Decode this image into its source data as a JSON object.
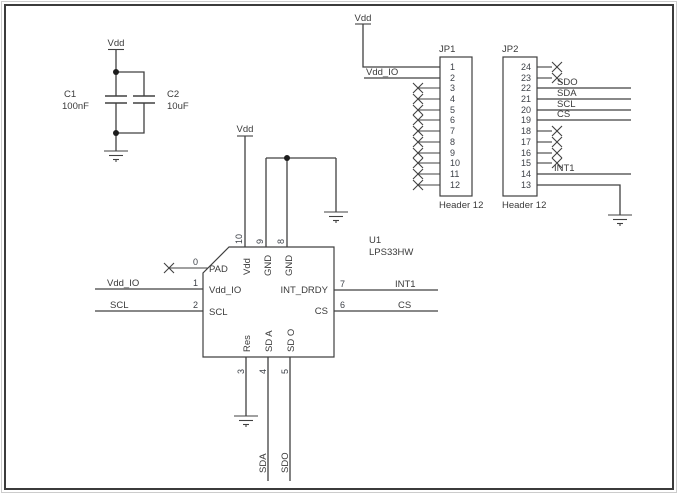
{
  "power": {
    "vdd": "Vdd"
  },
  "nets": {
    "vdd_io": "Vdd_IO",
    "scl": "SCL",
    "sda": "SDA",
    "sdo": "SDO",
    "cs": "CS",
    "int1": "INT1"
  },
  "capacitors": {
    "c1": {
      "ref": "C1",
      "value": "100nF"
    },
    "c2": {
      "ref": "C2",
      "value": "10uF"
    }
  },
  "headers": {
    "jp1": {
      "ref": "JP1",
      "type": "Header 12",
      "pins": [
        "1",
        "2",
        "3",
        "4",
        "5",
        "6",
        "7",
        "8",
        "9",
        "10",
        "11",
        "12"
      ]
    },
    "jp2": {
      "ref": "JP2",
      "type": "Header 12",
      "pins": [
        "24",
        "23",
        "22",
        "21",
        "20",
        "19",
        "18",
        "17",
        "16",
        "15",
        "14",
        "13"
      ]
    }
  },
  "u1": {
    "ref": "U1",
    "part": "LPS33HW",
    "pins": {
      "pad": {
        "num": "0",
        "name": "PAD"
      },
      "vdd_io": {
        "num": "1",
        "name": "Vdd_IO"
      },
      "scl": {
        "num": "2",
        "name": "SCL"
      },
      "res": {
        "num": "3",
        "name": "Res"
      },
      "sda": {
        "num": "4",
        "name": "SD A"
      },
      "sdo": {
        "num": "5",
        "name": "SD O"
      },
      "cs": {
        "num": "6",
        "name": "CS"
      },
      "int_drdy": {
        "num": "7",
        "name": "INT_DRDY"
      },
      "gnd8": {
        "num": "8",
        "name": "GND"
      },
      "gnd9": {
        "num": "9",
        "name": "GND"
      },
      "vdd": {
        "num": "10",
        "name": "Vdd"
      }
    }
  }
}
